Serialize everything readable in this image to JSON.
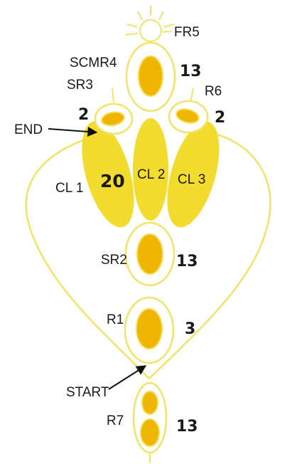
{
  "colors": {
    "outline": "#f0e46a",
    "ring_fill": "#ffffff",
    "inner_fill": "#efb600",
    "inner_stroke": "#f6dc52",
    "petal_fill": "#f2dc2e",
    "arrow": "#111111",
    "text": "#1a1a1a"
  },
  "labels": {
    "fr5": "FR5",
    "scmr4": "SCMR4",
    "sr3": "SR3",
    "r6": "R6",
    "end": "END",
    "cl1": "CL 1",
    "cl2": "CL 2",
    "cl3": "CL 3",
    "sr2": "SR2",
    "r1": "R1",
    "start": "START",
    "r7": "R7"
  },
  "values": {
    "scmr4": "13",
    "sr3": "2",
    "r6": "2",
    "cl": "20",
    "sr2": "13",
    "r1": "3",
    "r7": "13"
  }
}
